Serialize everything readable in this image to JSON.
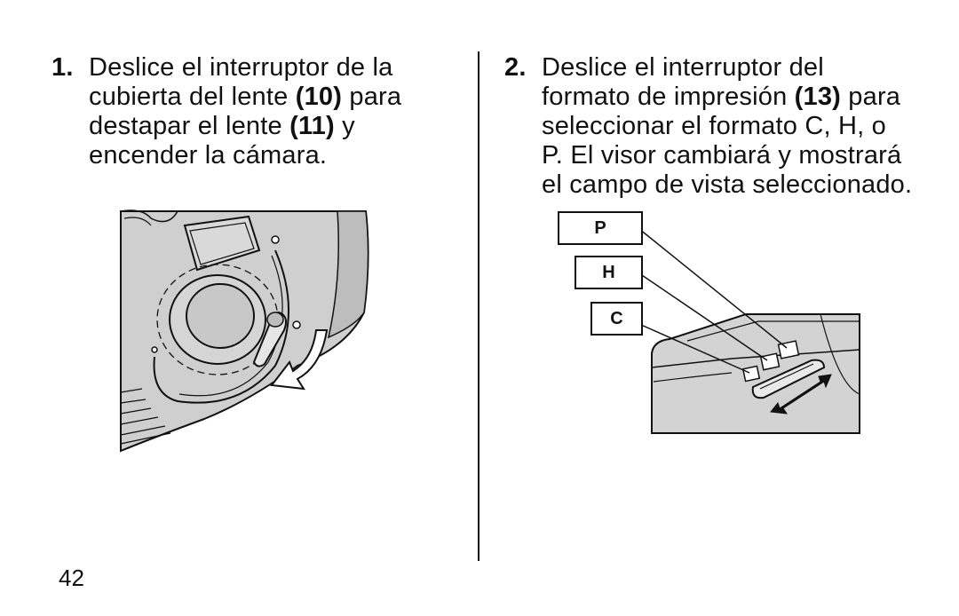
{
  "step1": {
    "number": "1.",
    "line1a": "Deslice el interruptor de la",
    "line2a": "cubierta del lente ",
    "line2b": "(10)",
    "line2c": " para",
    "line3a": "destapar el lente ",
    "line3b": "(11)",
    "line3c": " y",
    "line4a": "encender la cámara."
  },
  "step2": {
    "number": "2.",
    "line1a": "Deslice el interruptor del",
    "line2a": "formato de impresión ",
    "line2b": "(13)",
    "line2c": " para",
    "line3a": "seleccionar el formato C, H, o",
    "line4a": "P. El visor cambiará y mostrará",
    "line5a": "el campo de vista seleccionado."
  },
  "formats": {
    "p": "P",
    "h": "H",
    "c": "C"
  },
  "page_number": "42"
}
